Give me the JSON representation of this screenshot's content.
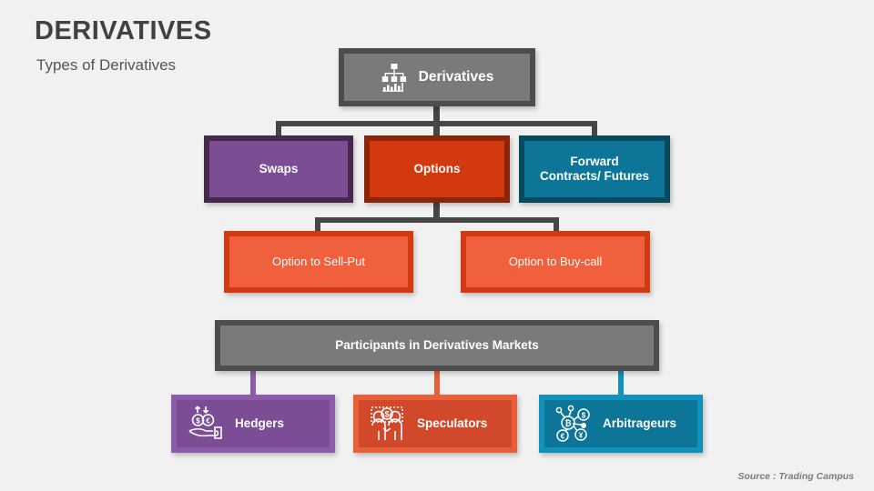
{
  "header": {
    "title": "DERIVATIVES",
    "subtitle": "Types of Derivatives"
  },
  "footer": {
    "source": "Source : Trading Campus"
  },
  "diagram": {
    "root": {
      "label": "Derivatives",
      "icon": "org-chart-bars-icon",
      "color": "#7a7a7a",
      "border": "#4d4d4d"
    },
    "tier2": [
      {
        "label": "Swaps",
        "color": "#7a4d94",
        "border": "#46284f"
      },
      {
        "label": "Options",
        "color": "#d3390f",
        "border": "#8c2407"
      },
      {
        "label": "Forward\nContracts/ Futures",
        "line1": "Forward",
        "line2": "Contracts/ Futures",
        "color": "#0d7698",
        "border": "#0a4a5e"
      }
    ],
    "tier3": [
      {
        "label": "Option to Sell-Put",
        "color": "#f0603c",
        "border": "#d23a14"
      },
      {
        "label": "Option to Buy-call",
        "color": "#f0603c",
        "border": "#d23a14"
      }
    ],
    "participants_bar": {
      "label": "Participants in Derivatives Markets",
      "color": "#7a7a7a",
      "border": "#4d4d4d"
    },
    "participants": [
      {
        "label": "Hedgers",
        "icon": "hand-currency-arrows-icon",
        "color": "#7a4d94",
        "border": "#8e5ba8"
      },
      {
        "label": "Speculators",
        "icon": "two-people-dollar-icon",
        "color": "#d1482a",
        "border": "#e8603a"
      },
      {
        "label": "Arbitrageurs",
        "icon": "currency-network-icon",
        "color": "#0d7698",
        "border": "#1291bb"
      }
    ]
  }
}
